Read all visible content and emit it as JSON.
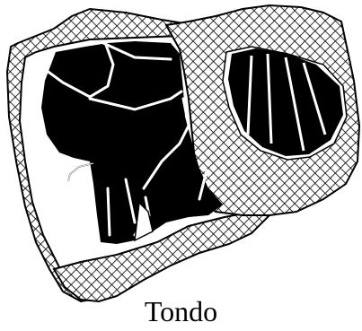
{
  "map": {
    "caption": "Tondo",
    "colors": {
      "fill_solid": "#000000",
      "hatch_line": "#000000",
      "background": "#ffffff",
      "stripe": "#ffffff"
    },
    "legend_patterns": [
      "solid-black",
      "crosshatch",
      "white-stripes",
      "blank"
    ]
  }
}
